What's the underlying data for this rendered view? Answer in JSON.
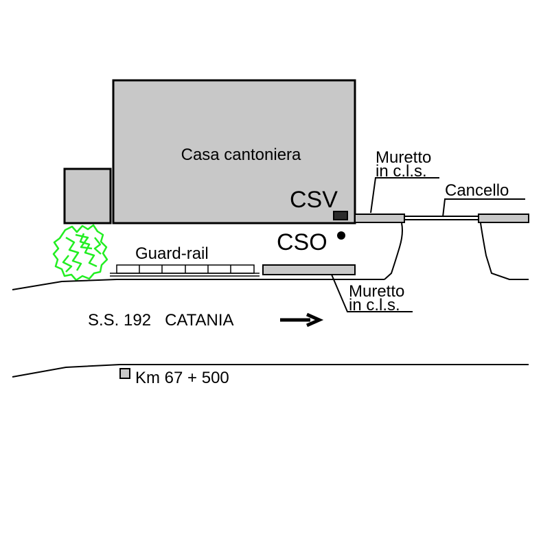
{
  "labels": {
    "casa_cantoniera": "Casa cantoniera",
    "muretto_top_line1": "Muretto",
    "muretto_top_line2": "in c.l.s.",
    "cancello": "Cancello",
    "csv": "CSV",
    "cso": "CSO",
    "guard_rail": "Guard-rail",
    "muretto_bottom_line1": "Muretto",
    "muretto_bottom_line2": "in c.l.s.",
    "road": "S.S. 192   CATANIA",
    "km_marker": "Km 67 + 500"
  },
  "colors": {
    "fill_gray": "#c8c8c8",
    "outline": "#000000",
    "csv_box": "#2b2b2b",
    "tree_green": "#22ee22",
    "background": "#ffffff"
  },
  "icons": {
    "direction": "arrow-right-icon",
    "tree": "tree-icon",
    "km_marker": "square-marker-icon"
  }
}
